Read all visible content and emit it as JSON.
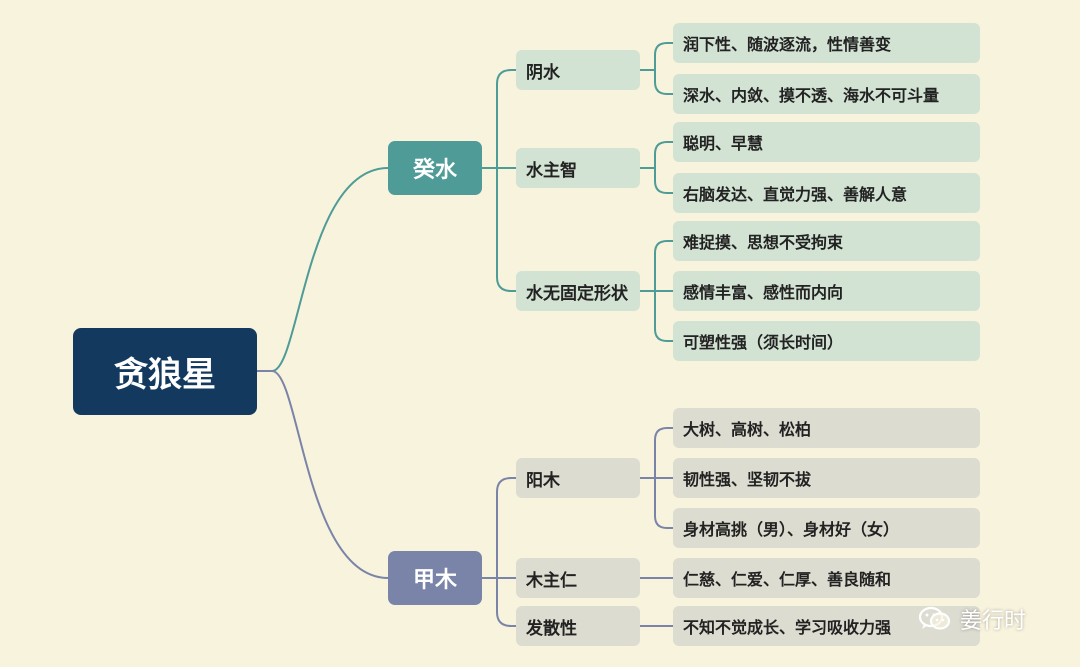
{
  "root": {
    "label": "贪狼星"
  },
  "branches": [
    {
      "label": "癸水",
      "color": "#4e9b97",
      "subs": [
        {
          "label": "阴水",
          "leaves": [
            "润下性、随波逐流，性情善变",
            "深水、内敛、摸不透、海水不可斗量"
          ]
        },
        {
          "label": "水主智",
          "leaves": [
            "聪明、早慧",
            "右脑发达、直觉力强、善解人意"
          ]
        },
        {
          "label": "水无固定形状",
          "leaves": [
            "难捉摸、思想不受拘束",
            "感情丰富、感性而内向",
            "可塑性强（须长时间）"
          ]
        }
      ]
    },
    {
      "label": "甲木",
      "color": "#7a84a8",
      "subs": [
        {
          "label": "阳木",
          "leaves": [
            "大树、高树、松柏",
            "韧性强、坚韧不拔",
            "身材高挑（男）、身材好（女）"
          ]
        },
        {
          "label": "木主仁",
          "leaves": [
            "仁慈、仁爱、仁厚、善良随和"
          ]
        },
        {
          "label": "发散性",
          "leaves": [
            "不知不觉成长、学习吸收力强"
          ]
        }
      ]
    }
  ],
  "watermark": {
    "text": "姜行时",
    "icon": "wechat-icon"
  }
}
